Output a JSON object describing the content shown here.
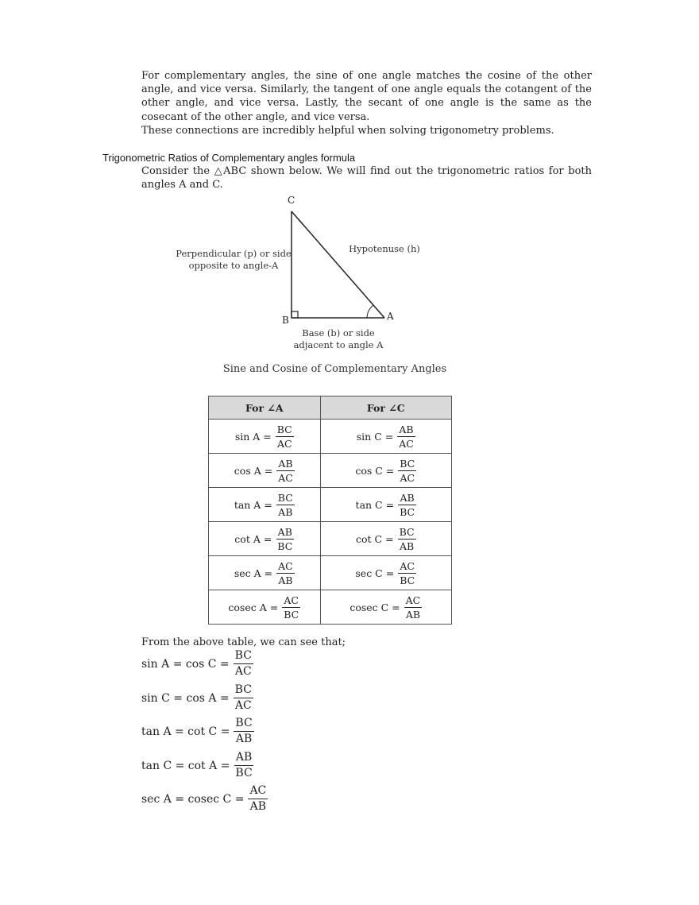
{
  "intro": {
    "paragraph1": "For complementary angles, the sine of one angle matches the cosine of the other angle, and vice versa. Similarly, the tangent of one angle equals the cotangent of the other angle, and vice versa. Lastly, the secant of one angle is the same as the cosecant of the other angle, and vice versa.",
    "paragraph2": "These connections are incredibly helpful when solving trigonometry problems."
  },
  "section": {
    "heading": "Trigonometric Ratios of Complementary angles formula",
    "lead": "Consider the △ABC shown below. We will find out the trigonometric ratios for both angles A and C."
  },
  "figure": {
    "vertex_c": "C",
    "vertex_b": "B",
    "vertex_a": "A",
    "perp_label_line1": "Perpendicular (p) or side",
    "perp_label_line2": "opposite to angle-A",
    "hyp_label": "Hypotenuse (h)",
    "base_label_line1": "Base (b) or side",
    "base_label_line2": "adjacent to angle A"
  },
  "caption": "Sine and Cosine of Complementary Angles",
  "table": {
    "headers": [
      "For ∠A",
      "For ∠C"
    ],
    "rows": [
      {
        "a_lhs": "sin A =",
        "a_num": "BC",
        "a_den": "AC",
        "c_lhs": "sin C =",
        "c_num": "AB",
        "c_den": "AC"
      },
      {
        "a_lhs": "cos A =",
        "a_num": "AB",
        "a_den": "AC",
        "c_lhs": "cos C =",
        "c_num": "BC",
        "c_den": "AC"
      },
      {
        "a_lhs": "tan A =",
        "a_num": "BC",
        "a_den": "AB",
        "c_lhs": "tan C =",
        "c_num": "AB",
        "c_den": "BC"
      },
      {
        "a_lhs": "cot A =",
        "a_num": "AB",
        "a_den": "BC",
        "c_lhs": "cot C =",
        "c_num": "BC",
        "c_den": "AB"
      },
      {
        "a_lhs": "sec A =",
        "a_num": "AC",
        "a_den": "AB",
        "c_lhs": "sec C =",
        "c_num": "AC",
        "c_den": "BC"
      },
      {
        "a_lhs": "cosec A =",
        "a_num": "AC",
        "a_den": "BC",
        "c_lhs": "cosec C =",
        "c_num": "AC",
        "c_den": "AB"
      }
    ]
  },
  "summary": {
    "intro": "From the above table, we can see that;",
    "items": [
      {
        "lhs": "sin A = cos C =",
        "num": "BC",
        "den": "AC"
      },
      {
        "lhs": "sin C = cos A =",
        "num": "BC",
        "den": "AC"
      },
      {
        "lhs": "tan A = cot C =",
        "num": "BC",
        "den": "AB"
      },
      {
        "lhs": "tan C = cot A =",
        "num": "AB",
        "den": "BC"
      },
      {
        "lhs": "sec A = cosec C =",
        "num": "AC",
        "den": "AB"
      }
    ]
  }
}
